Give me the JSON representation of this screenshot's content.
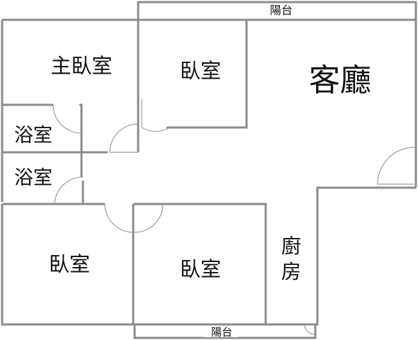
{
  "floor_plan": {
    "rooms": {
      "master_bedroom": "主臥室",
      "bedroom_top": "臥室",
      "living_room": "客廳",
      "bathroom_1": "浴室",
      "bathroom_2": "浴室",
      "bedroom_bottom_left": "臥室",
      "bedroom_bottom_mid": "臥室",
      "kitchen_line1": "廚",
      "kitchen_line2": "房"
    },
    "balconies": {
      "top": "陽台",
      "bottom": "陽台"
    },
    "colors": {
      "wall": "#8c8c8c",
      "text": "#111111",
      "background": "#ffffff"
    }
  }
}
